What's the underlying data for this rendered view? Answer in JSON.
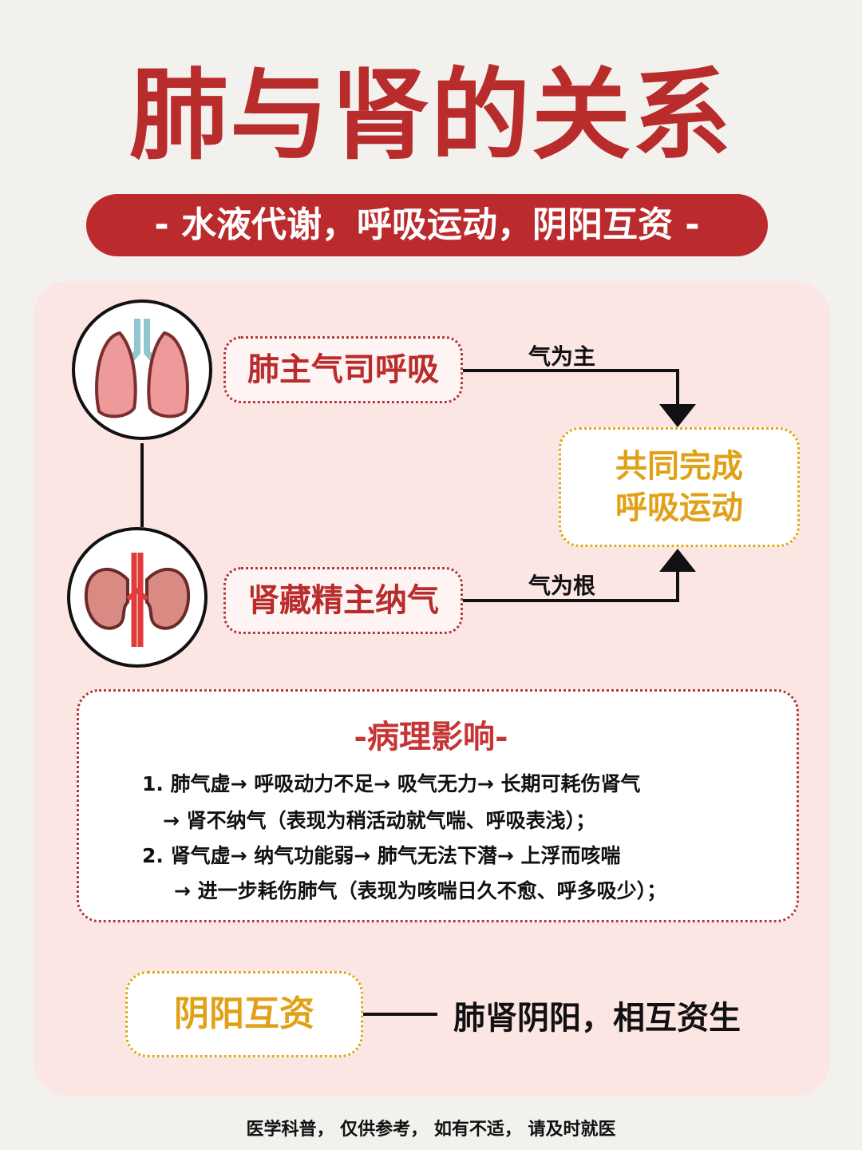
{
  "title": "肺与肾的关系",
  "subtitle": "- 水液代谢，呼吸运动，阴阳互资 -",
  "lung": {
    "icon": "lungs-icon",
    "label": "肺主气司呼吸",
    "arrow_label": "气为主"
  },
  "kidney": {
    "icon": "kidneys-icon",
    "label": "肾藏精主纳气",
    "arrow_label": "气为根"
  },
  "result": {
    "line1": "共同完成",
    "line2": "呼吸运动"
  },
  "pathology": {
    "title": "-病理影响-",
    "lines": [
      "1. 肺气虚→ 呼吸动力不足→ 吸气无力→ 长期可耗伤肾气",
      "→ 肾不纳气（表现为稍活动就气喘、呼吸表浅）；",
      "2. 肾气虚→ 纳气功能弱→ 肺气无法下潜→ 上浮而咳喘",
      "→ 进一步耗伤肺气（表现为咳喘日久不愈、呼多吸少）；"
    ]
  },
  "yin_yang": {
    "label": "阴阳互资",
    "description": "肺肾阴阳，相互资生"
  },
  "footer": "医学科普，  仅供参考，  如有不适，  请及时就医",
  "colors": {
    "red": "#bb2b2e",
    "gold": "#e0a117",
    "panel": "#fbe6e4",
    "bg": "#f3f1ee"
  }
}
